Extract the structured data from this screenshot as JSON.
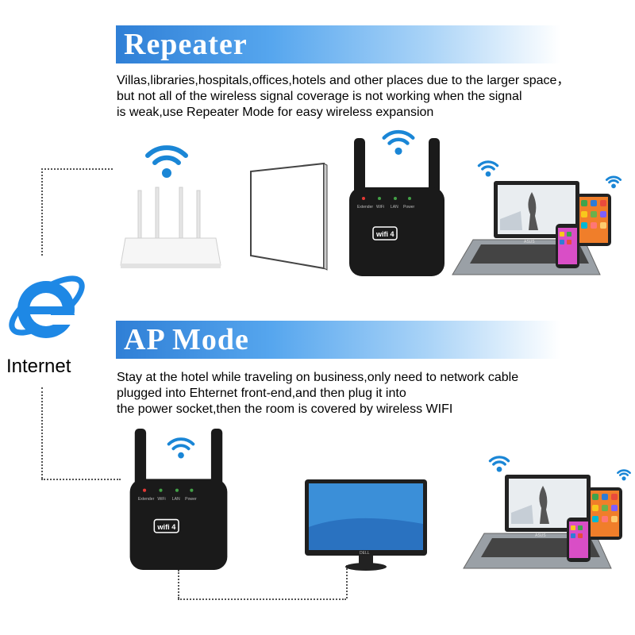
{
  "repeater": {
    "title": "Repeater",
    "lines": [
      "Villas,libraries,hospitals,offices,hotels and other places due to the larger space，",
      "but not all of the wireless signal coverage is not working when the signal",
      "is weak,use Repeater Mode for easy wireless expansion"
    ]
  },
  "ap_mode": {
    "title": "AP Mode",
    "lines": [
      "Stay at the hotel while traveling on business,only need to network cable",
      "plugged into Ehternet front-end,and then plug it into",
      "the power socket,then the room is covered by wireless WIFI"
    ]
  },
  "internet": {
    "label": "Internet",
    "icon": "internet-explorer-icon"
  },
  "device": {
    "led_labels": [
      "Extender",
      "WiFi",
      "LAN",
      "Power"
    ],
    "badge": "wifi 4"
  },
  "monitor_brand": "DELL",
  "laptop_brand": "ASUS",
  "colors": {
    "banner_start": "#2f7fd6",
    "wifi_blue": "#1a86d6",
    "device_black": "#1a1a1a",
    "ie_blue": "#1e88e5"
  }
}
